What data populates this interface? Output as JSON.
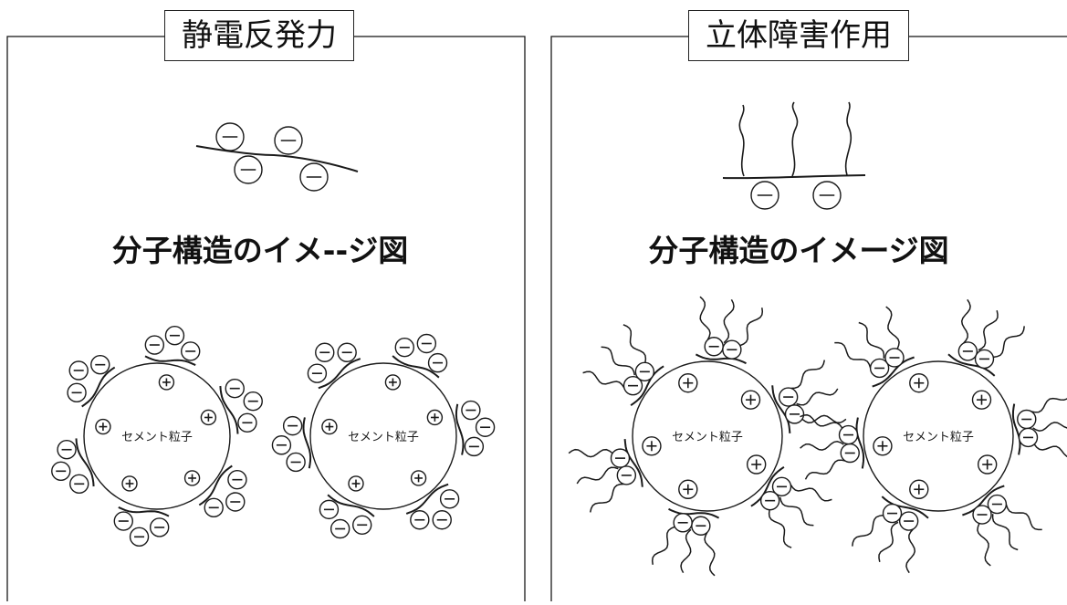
{
  "panels": [
    {
      "title": "静電反発力",
      "caption": "分子構造のイメ--ジ図",
      "particle_labels": [
        "セメント粒子",
        "セメント粒子"
      ]
    },
    {
      "title": "立体障害作用",
      "caption": "分子構造のイメージ図",
      "particle_labels": [
        "セメント粒子",
        "セメント粒子"
      ]
    }
  ],
  "symbols": {
    "negative": "−",
    "positive": "+"
  },
  "colors": {
    "line": "#1a1a1a",
    "background": "#ffffff"
  }
}
